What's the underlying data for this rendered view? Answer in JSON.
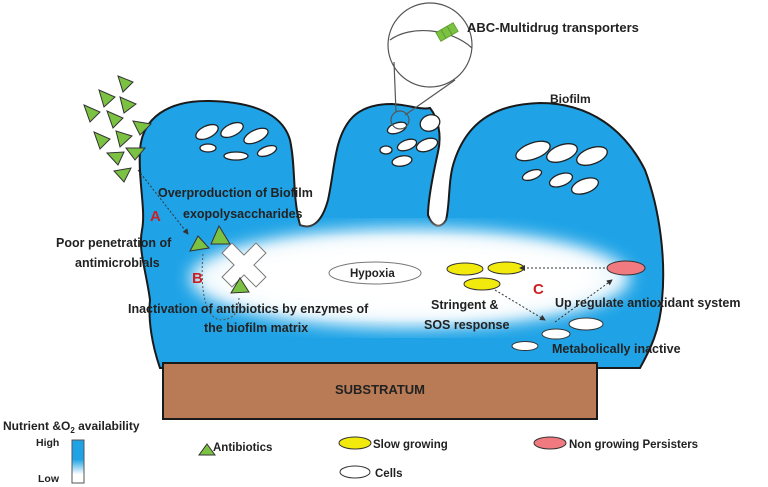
{
  "diagram": {
    "title_label": "Biofilm",
    "labels": {
      "abc_transporters": "ABC-Multidrug transporters",
      "overproduction_line1": "Overproduction of  Biofilm",
      "overproduction_line2": "exopolysaccharides",
      "poor_penetration_line1": "Poor penetration of",
      "poor_penetration_line2": "antimicrobials",
      "inactivation_line1": "Inactivation of antibiotics by enzymes of",
      "inactivation_line2": "the biofilm matrix",
      "hypoxia": "Hypoxia",
      "stringent_line1": "Stringent &",
      "stringent_line2": "SOS response",
      "upregulate": "Up regulate antioxidant system",
      "metabolically_inactive": "Metabolically inactive",
      "substratum": "SUBSTRATUM"
    },
    "mechanism_markers": {
      "a": "A",
      "b": "B",
      "c": "C"
    },
    "colors": {
      "biofilm_blue": "#1fa3e6",
      "antibiotic_green": "#7cc242",
      "slow_growing_yellow": "#f2ea0c",
      "persister_red": "#f07a80",
      "substratum_brown": "#b87b55",
      "marker_red": "#cc1f24"
    }
  },
  "legend": {
    "gradient_title": "Nutrient &O",
    "gradient_title_sub": "2",
    "gradient_title_rest": " availability",
    "gradient_high": "High",
    "gradient_low": "Low",
    "antibiotics": "Antibiotics",
    "slow_growing": "Slow growing",
    "non_growing_persisters": "Non growing Persisters",
    "cells": "Cells"
  }
}
